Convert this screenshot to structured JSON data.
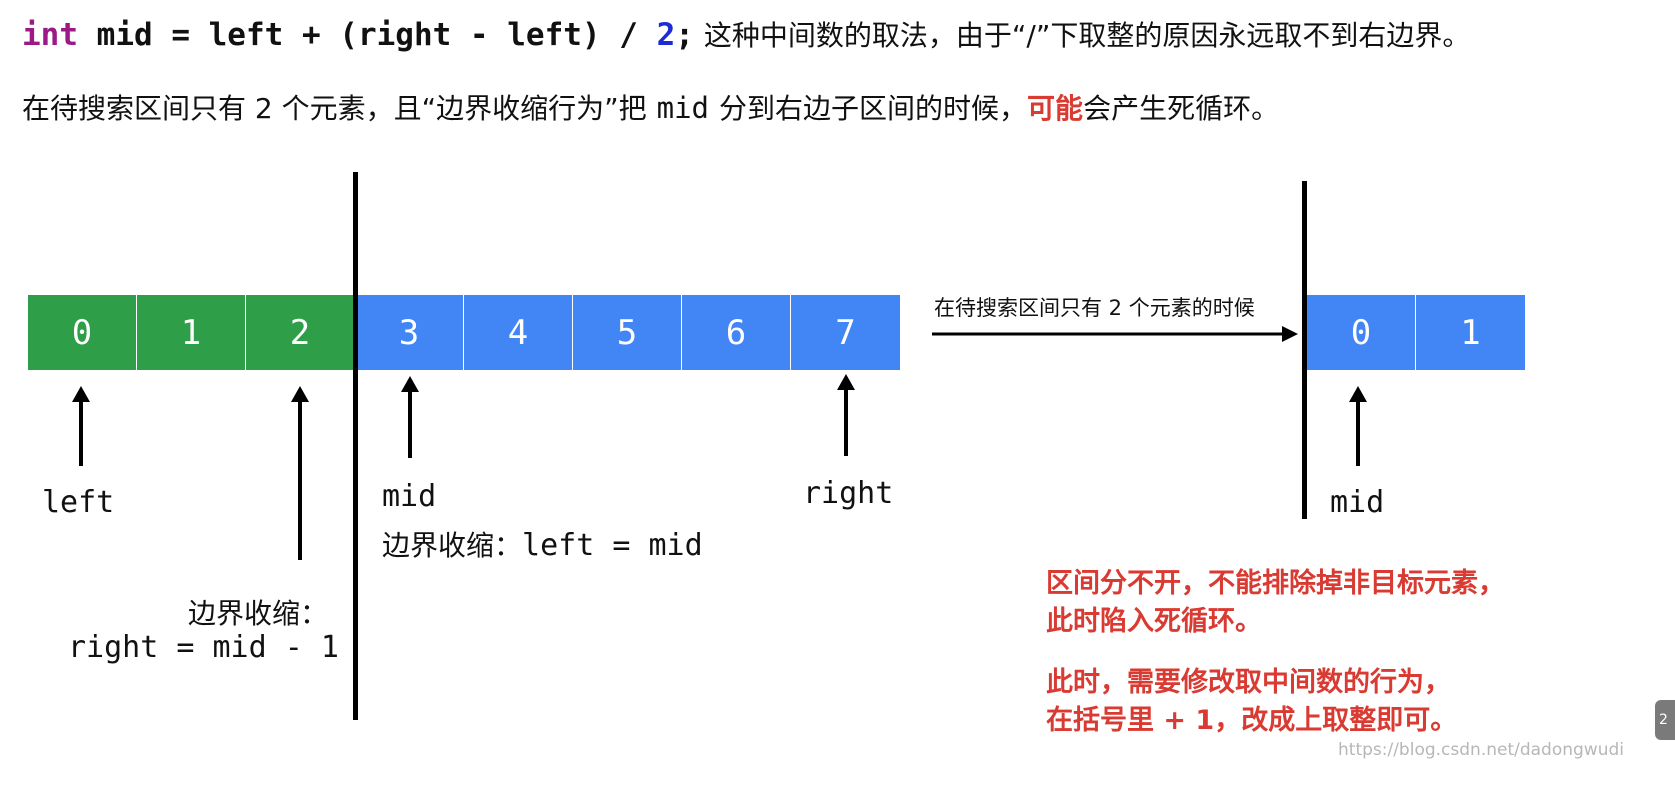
{
  "header": {
    "code_keyword": "int",
    "code_body": " mid = left + (right - left) / ",
    "code_number": "2",
    "code_end": ";",
    "explanation": "这种中间数的取法，由于“/”下取整的原因永远取不到右边界。"
  },
  "subheader": {
    "prefix": "在待搜索区间只有 2 个元素，且“边界收缩行为”把",
    "mid_token": "mid",
    "suffix": "分到右边子区间的时候，",
    "emphasis": "可能",
    "tail": "会产生死循环。"
  },
  "left_array": {
    "green_cells": [
      "0",
      "1",
      "2"
    ],
    "blue_cells": [
      "3",
      "4",
      "5",
      "6",
      "7"
    ]
  },
  "left_pointers": {
    "left_label": "left",
    "mid_label": "mid",
    "right_label": "right",
    "shrink_right_title": "边界收缩：",
    "shrink_right_expr": "right = mid - 1",
    "shrink_left_title": "边界收缩：",
    "shrink_left_expr": "left = mid"
  },
  "transition": {
    "label": "在待搜索区间只有 2 个元素的时候"
  },
  "right_array": {
    "cells": [
      "0",
      "1"
    ],
    "mid_label": "mid"
  },
  "notes": {
    "line1": "区间分不开，不能排除掉非目标元素，",
    "line2": "此时陷入死循环。",
    "line3": "此时，需要修改取中间数的行为，",
    "line4": "在括号里 + 1，改成上取整即可。"
  },
  "watermark": "https://blog.csdn.net/dadongwudi",
  "page_badge": "2",
  "colors": {
    "green": "#2f9e48",
    "blue": "#4285f4",
    "red": "#d93a32",
    "keyword": "#9b1a86",
    "number": "#1c2bd6"
  }
}
